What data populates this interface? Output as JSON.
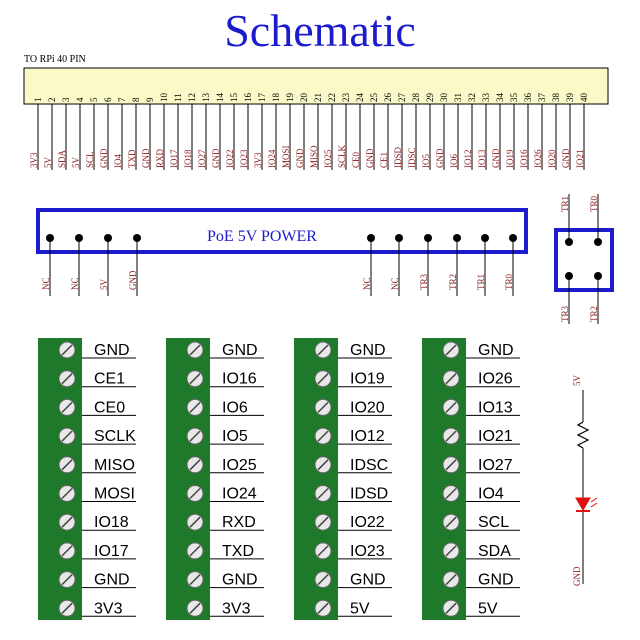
{
  "title": "Schematic",
  "header": {
    "label": "TO RPi 40 PIN",
    "pins": [
      {
        "num": "1",
        "signal": "3V3"
      },
      {
        "num": "2",
        "signal": "5V"
      },
      {
        "num": "3",
        "signal": "SDA"
      },
      {
        "num": "4",
        "signal": "5V"
      },
      {
        "num": "5",
        "signal": "SCL"
      },
      {
        "num": "6",
        "signal": "GND"
      },
      {
        "num": "7",
        "signal": "IO4"
      },
      {
        "num": "8",
        "signal": "TXD"
      },
      {
        "num": "9",
        "signal": "GND"
      },
      {
        "num": "10",
        "signal": "RXD"
      },
      {
        "num": "11",
        "signal": "IO17"
      },
      {
        "num": "12",
        "signal": "IO18"
      },
      {
        "num": "13",
        "signal": "IO27"
      },
      {
        "num": "14",
        "signal": "GND"
      },
      {
        "num": "15",
        "signal": "IO22"
      },
      {
        "num": "16",
        "signal": "IO23"
      },
      {
        "num": "17",
        "signal": "3V3"
      },
      {
        "num": "18",
        "signal": "IO24"
      },
      {
        "num": "19",
        "signal": "MOSI"
      },
      {
        "num": "20",
        "signal": "GND"
      },
      {
        "num": "21",
        "signal": "MISO"
      },
      {
        "num": "22",
        "signal": "IO25"
      },
      {
        "num": "23",
        "signal": "SCLK"
      },
      {
        "num": "24",
        "signal": "CE0"
      },
      {
        "num": "25",
        "signal": "GND"
      },
      {
        "num": "26",
        "signal": "CE1"
      },
      {
        "num": "27",
        "signal": "IDSD"
      },
      {
        "num": "28",
        "signal": "IDSC"
      },
      {
        "num": "29",
        "signal": "IO5"
      },
      {
        "num": "30",
        "signal": "GND"
      },
      {
        "num": "31",
        "signal": "IO6"
      },
      {
        "num": "32",
        "signal": "IO12"
      },
      {
        "num": "33",
        "signal": "IO13"
      },
      {
        "num": "34",
        "signal": "GND"
      },
      {
        "num": "35",
        "signal": "IO19"
      },
      {
        "num": "36",
        "signal": "IO16"
      },
      {
        "num": "37",
        "signal": "IO26"
      },
      {
        "num": "38",
        "signal": "IO20"
      },
      {
        "num": "39",
        "signal": "GND"
      },
      {
        "num": "40",
        "signal": "IO21"
      }
    ]
  },
  "poe": {
    "label": "PoE 5V POWER",
    "left_pins": [
      "NC",
      "NC",
      "5V",
      "GND"
    ],
    "right_pins": [
      "NC",
      "NC",
      "TR3",
      "TR2",
      "TR1",
      "TR0"
    ]
  },
  "rj45": {
    "top": [
      "TR1",
      "TR0"
    ],
    "bottom": [
      "TR3",
      "TR2"
    ]
  },
  "terminal_blocks": [
    {
      "labels": [
        "GND",
        "CE1",
        "CE0",
        "SCLK",
        "MISO",
        "MOSI",
        "IO18",
        "IO17",
        "GND",
        "3V3"
      ]
    },
    {
      "labels": [
        "GND",
        "IO16",
        "IO6",
        "IO5",
        "IO25",
        "IO24",
        "RXD",
        "TXD",
        "GND",
        "3V3"
      ]
    },
    {
      "labels": [
        "GND",
        "IO19",
        "IO20",
        "IO12",
        "IDSC",
        "IDSD",
        "IO22",
        "IO23",
        "GND",
        "5V"
      ]
    },
    {
      "labels": [
        "GND",
        "IO26",
        "IO13",
        "IO21",
        "IO27",
        "IO4",
        "SCL",
        "SDA",
        "GND",
        "5V"
      ]
    }
  ],
  "led_circuit": {
    "top": "5V",
    "bottom": "GND"
  },
  "colors": {
    "title": "#1c1ccc",
    "outline": "#1c1ccc",
    "header_fill": "#fafac8",
    "terminal": "#1e7a2a",
    "signal_text": "#8a1a1a",
    "led": "#e01010"
  }
}
